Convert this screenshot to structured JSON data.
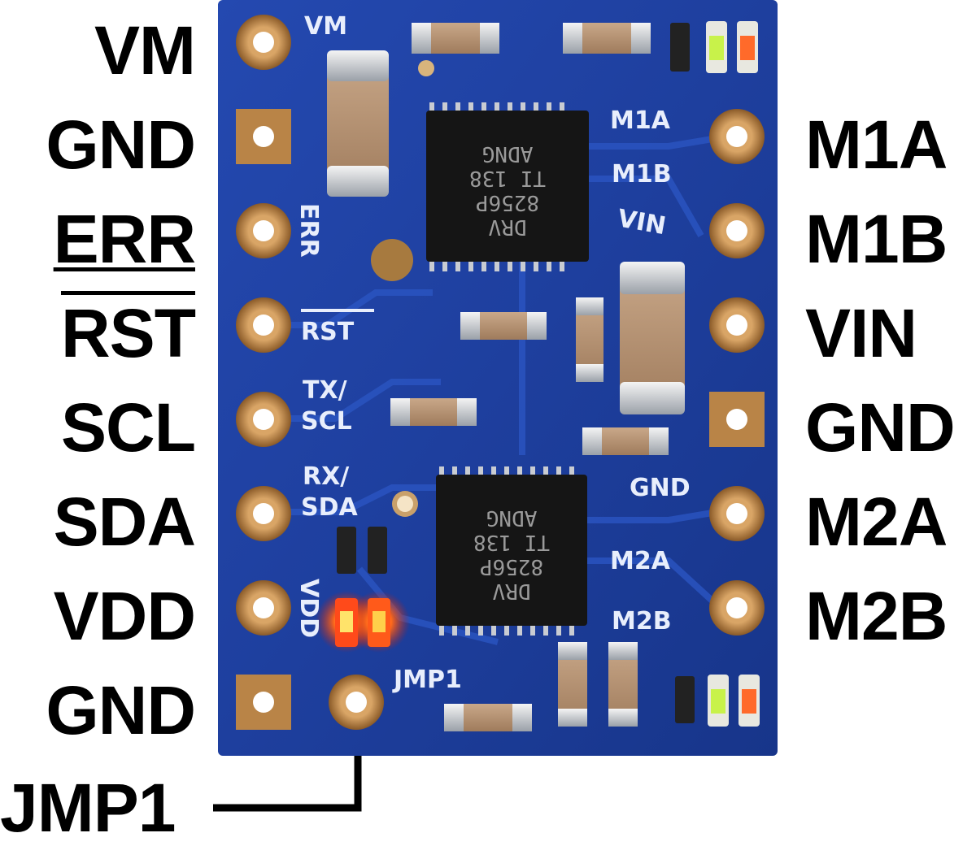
{
  "left_pins": [
    {
      "label": "VM",
      "style": "plain"
    },
    {
      "label": "GND",
      "style": "plain"
    },
    {
      "label": "ERR",
      "style": "underline"
    },
    {
      "label": "RST",
      "style": "overline"
    },
    {
      "label": "SCL",
      "style": "plain"
    },
    {
      "label": "SDA",
      "style": "plain"
    },
    {
      "label": "VDD",
      "style": "plain"
    },
    {
      "label": "GND",
      "style": "plain"
    }
  ],
  "right_pins": [
    {
      "label": "M1A"
    },
    {
      "label": "M1B"
    },
    {
      "label": "VIN"
    },
    {
      "label": "GND"
    },
    {
      "label": "M2A"
    },
    {
      "label": "M2B"
    }
  ],
  "jumper_label": "JMP1",
  "silkscreen": {
    "vm": "VM",
    "err": "ERR",
    "rst": "RST",
    "tx": "TX/",
    "scl": "SCL",
    "rx": "RX/",
    "sda": "SDA",
    "vdd": "VDD",
    "jmp1": "JMP1",
    "m1a": "M1A",
    "m1b": "M1B",
    "vin": "VIN",
    "gnd": "GND",
    "m2a": "M2A",
    "m2b": "M2B"
  },
  "chips": [
    {
      "line1": "DRV",
      "line2": "8256P",
      "line3": "TI 138",
      "line4": "ADNG"
    },
    {
      "line1": "DRV",
      "line2": "8256P",
      "line3": "TI 138",
      "line4": "ADNG"
    }
  ],
  "colors": {
    "board": "#1e3f9e",
    "board_edge": "#142c78",
    "pad": "#c08a4c",
    "silk": "#e8eefc",
    "chip": "#151515",
    "led_red": "#ff3a1a",
    "led_green": "#c8f24a",
    "led_orange": "#ff6a2a"
  }
}
